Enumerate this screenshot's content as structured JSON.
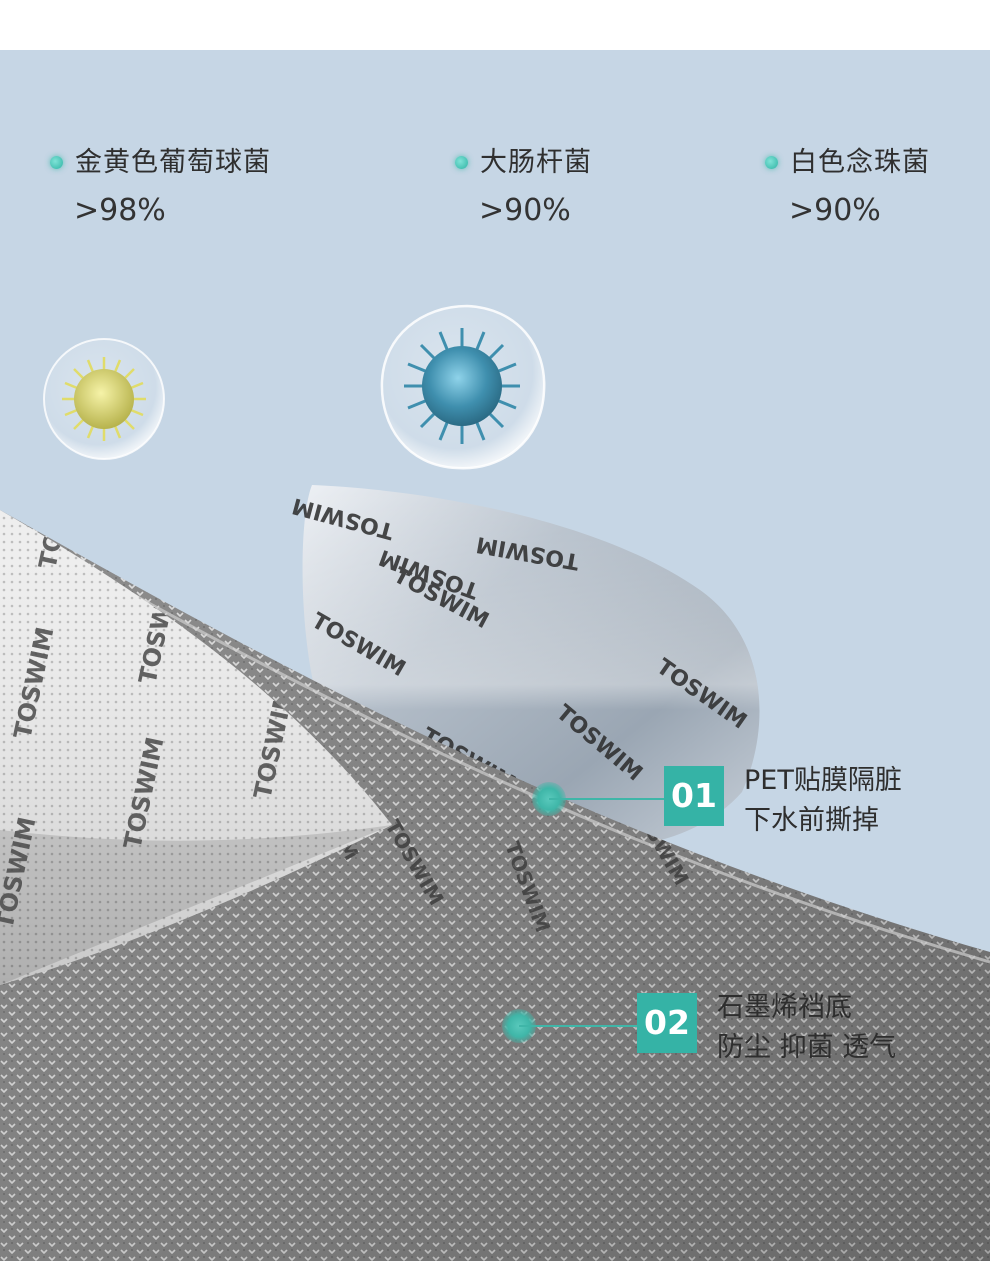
{
  "stats": [
    {
      "name": "金黄色葡萄球菌",
      "value": ">98%"
    },
    {
      "name": "大肠杆菌",
      "value": ">90%"
    },
    {
      "name": "白色念珠菌",
      "value": ">90%"
    }
  ],
  "callouts": [
    {
      "number": "01",
      "line1": "PET贴膜隔脏",
      "line2": "下水前撕掉"
    },
    {
      "number": "02",
      "line1": "石墨烯裆底",
      "line2": "防尘 抑菌 透气"
    }
  ],
  "brand_watermark": "TOSWIM",
  "colors": {
    "background": "#c6d6e5",
    "accent_teal": "#35b3a6",
    "text": "#2f2f2f",
    "fabric_dark": "#8e8e8e",
    "fabric_light": "#eeeeee"
  }
}
